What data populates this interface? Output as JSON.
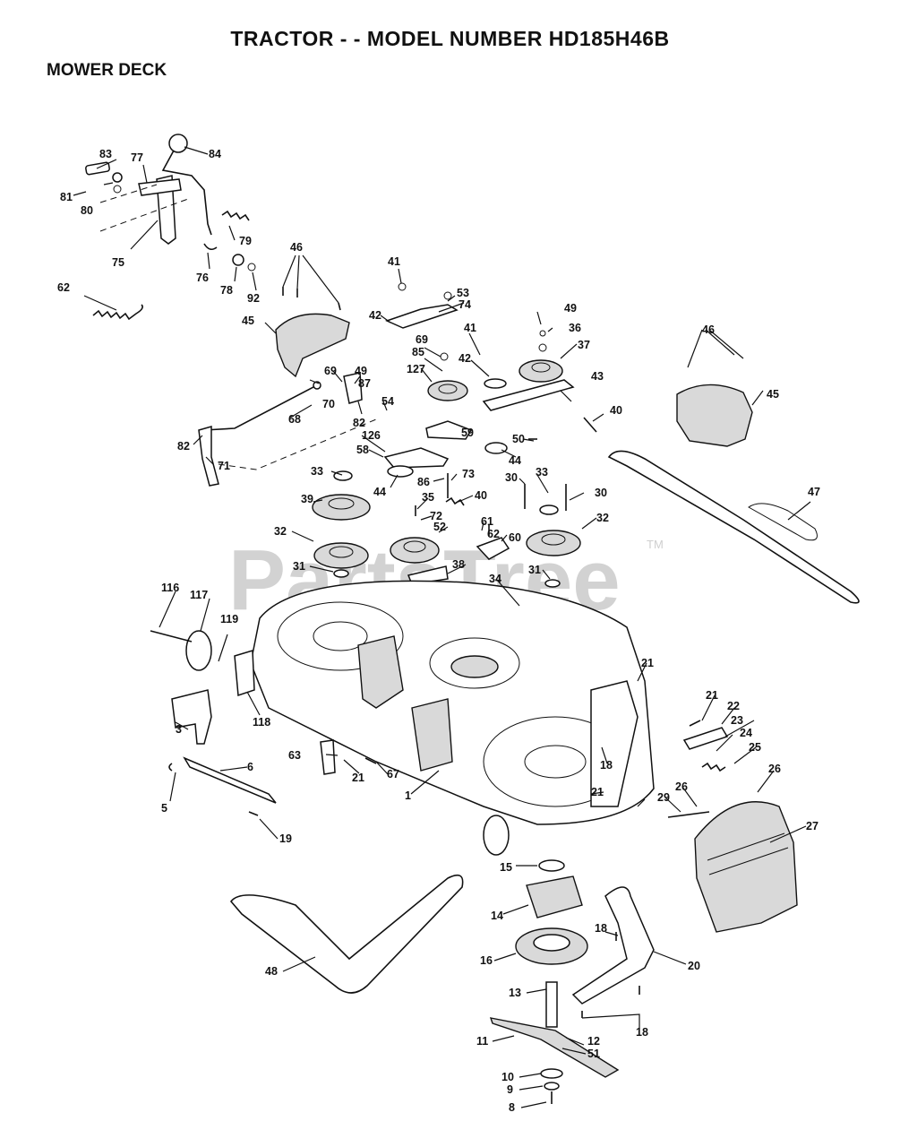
{
  "header": {
    "title": "TRACTOR - - MODEL NUMBER HD185H46B",
    "subtitle": "MOWER DECK"
  },
  "watermark": {
    "text": "PartsTree",
    "trademark": "TM"
  },
  "part_labels": {
    "p1": "1",
    "p3": "3",
    "p5": "5",
    "p6": "6",
    "p8": "8",
    "p9": "9",
    "p10": "10",
    "p11": "11",
    "p12": "12",
    "p13": "13",
    "p14": "14",
    "p15": "15",
    "p16": "16",
    "p18a": "18",
    "p18b": "18",
    "p18c": "18",
    "p19": "19",
    "p20": "20",
    "p21a": "21",
    "p21b": "21",
    "p21c": "21",
    "p21d": "21",
    "p22": "22",
    "p23": "23",
    "p24": "24",
    "p25": "25",
    "p26a": "26",
    "p26b": "26",
    "p27": "27",
    "p29": "29",
    "p30a": "30",
    "p30b": "30",
    "p31a": "31",
    "p31b": "31",
    "p32a": "32",
    "p32b": "32",
    "p33a": "33",
    "p33b": "33",
    "p34": "34",
    "p35": "35",
    "p36": "36",
    "p37": "37",
    "p38": "38",
    "p39": "39",
    "p40a": "40",
    "p40b": "40",
    "p41a": "41",
    "p41b": "41",
    "p42a": "42",
    "p42b": "42",
    "p43": "43",
    "p44a": "44",
    "p44b": "44",
    "p45a": "45",
    "p45b": "45",
    "p46a": "46",
    "p46b": "46",
    "p47": "47",
    "p48": "48",
    "p49a": "49",
    "p49b": "49",
    "p50": "50",
    "p51": "51",
    "p52": "52",
    "p53": "53",
    "p54": "54",
    "p58": "58",
    "p59": "59",
    "p60": "60",
    "p61": "61",
    "p62a": "62",
    "p62b": "62",
    "p63": "63",
    "p67": "67",
    "p68": "68",
    "p69a": "69",
    "p69b": "69",
    "p70": "70",
    "p71": "71",
    "p72": "72",
    "p73": "73",
    "p74": "74",
    "p75": "75",
    "p76": "76",
    "p77": "77",
    "p78": "78",
    "p79": "79",
    "p80": "80",
    "p81": "81",
    "p82a": "82",
    "p82b": "82",
    "p83": "83",
    "p84": "84",
    "p85": "85",
    "p86": "86",
    "p87": "87",
    "p92": "92",
    "p116": "116",
    "p117": "117",
    "p118": "118",
    "p119": "119",
    "p126": "126",
    "p127": "127"
  }
}
